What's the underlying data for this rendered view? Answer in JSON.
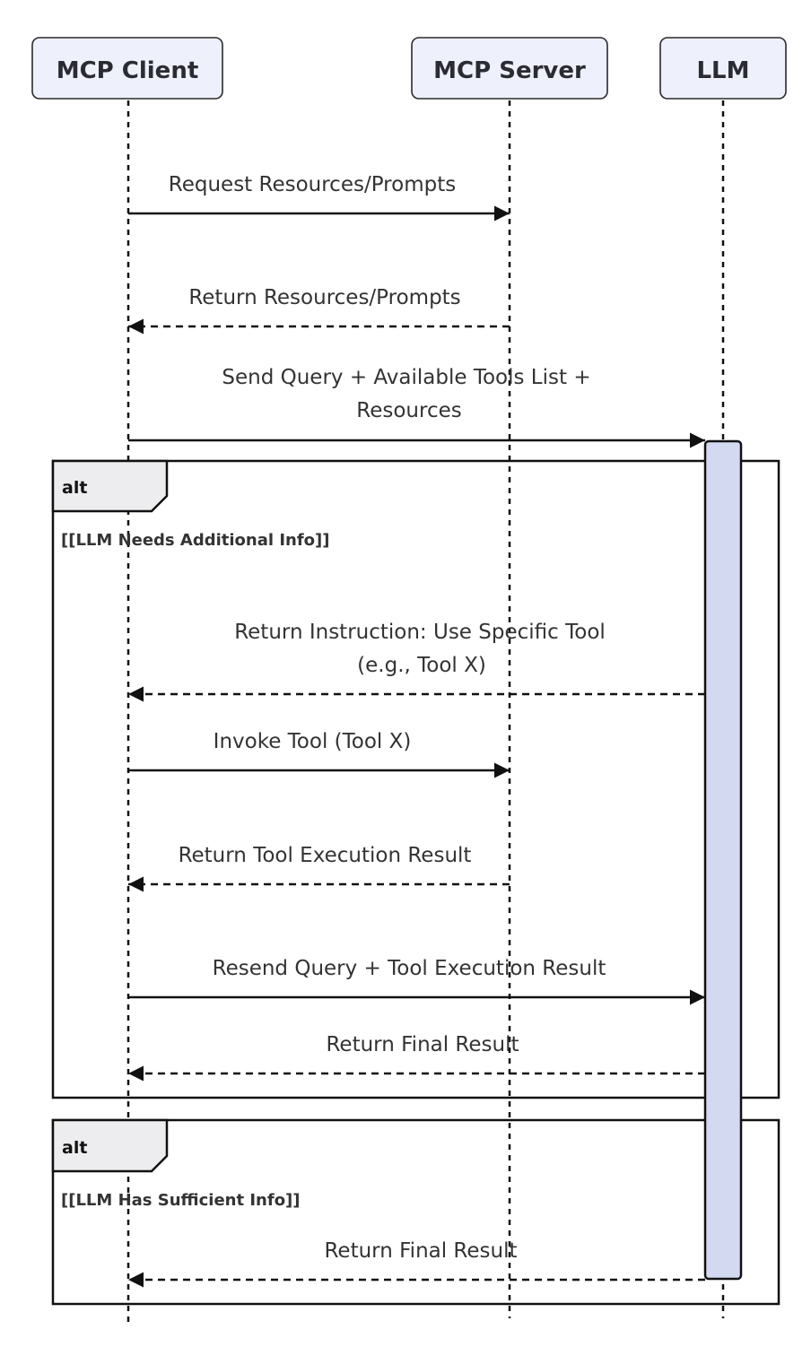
{
  "participants": [
    {
      "id": "client",
      "label": "MCP Client"
    },
    {
      "id": "server",
      "label": "MCP Server"
    },
    {
      "id": "llm",
      "label": "LLM"
    }
  ],
  "messages": [
    {
      "from": "client",
      "to": "server",
      "style": "solid",
      "lines": [
        "Request Resources/Prompts"
      ]
    },
    {
      "from": "server",
      "to": "client",
      "style": "dashed",
      "lines": [
        "Return Resources/Prompts"
      ]
    },
    {
      "from": "client",
      "to": "llm",
      "style": "solid",
      "lines": [
        "Send Query + Available Tools List +",
        "Resources"
      ]
    },
    {
      "from": "llm",
      "to": "client",
      "style": "dashed",
      "lines": [
        "Return Instruction: Use Specific Tool",
        "(e.g., Tool X)"
      ]
    },
    {
      "from": "client",
      "to": "server",
      "style": "solid",
      "lines": [
        "Invoke Tool (Tool X)"
      ]
    },
    {
      "from": "server",
      "to": "client",
      "style": "dashed",
      "lines": [
        "Return Tool Execution Result"
      ]
    },
    {
      "from": "client",
      "to": "llm",
      "style": "solid",
      "lines": [
        "Resend Query + Tool Execution Result"
      ]
    },
    {
      "from": "llm",
      "to": "client",
      "style": "dashed",
      "lines": [
        "Return Final Result"
      ]
    },
    {
      "from": "llm",
      "to": "client",
      "style": "dashed",
      "lines": [
        "Return Final Result"
      ]
    }
  ],
  "fragments": [
    {
      "kind": "alt",
      "condition": "[[LLM Needs Additional Info]]"
    },
    {
      "kind": "alt",
      "condition": "[[LLM Has Sufficient Info]]"
    }
  ]
}
